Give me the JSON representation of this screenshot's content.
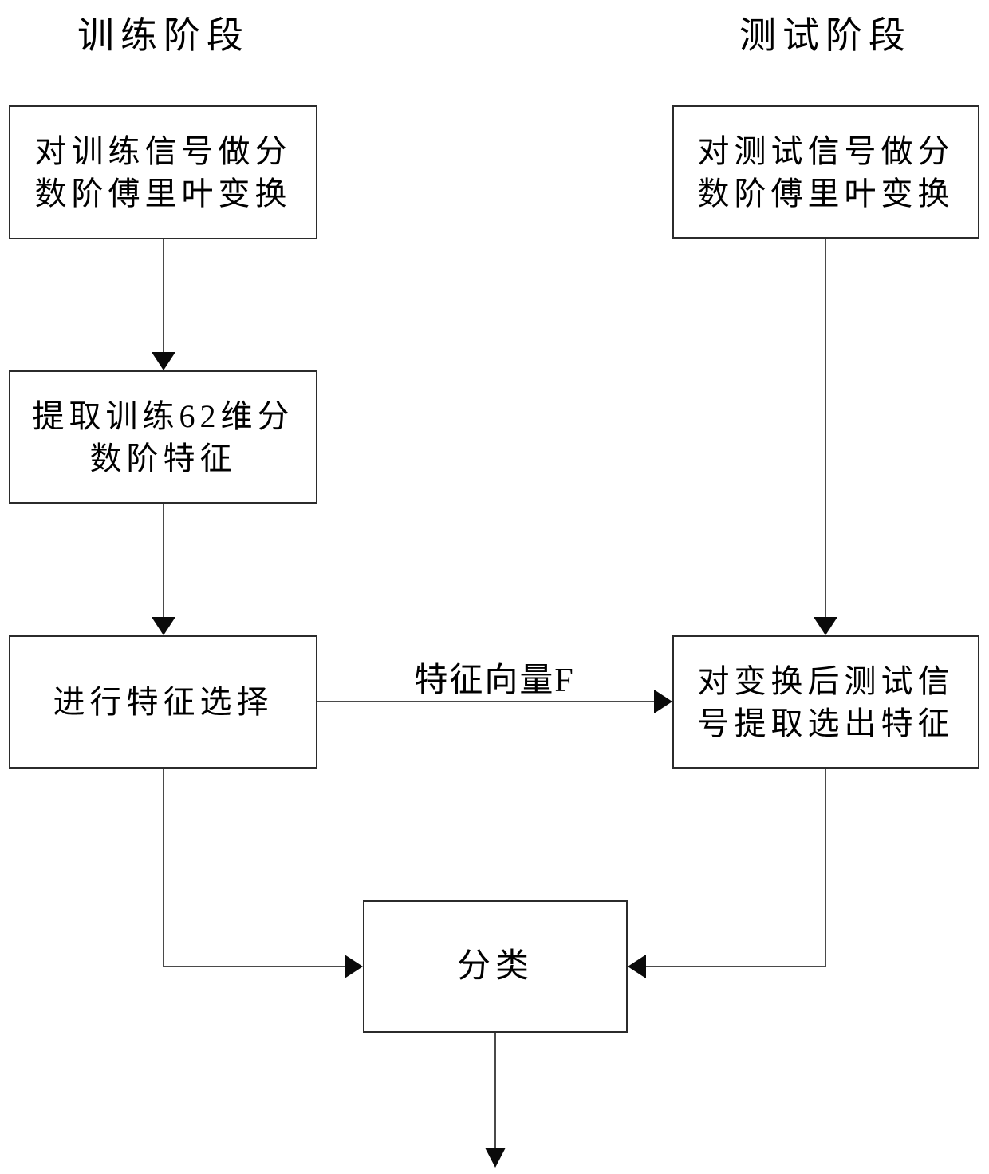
{
  "headers": {
    "training": "训练阶段",
    "testing": "测试阶段"
  },
  "nodes": {
    "train_frft": {
      "lines": [
        "对训练信号做分",
        "数阶傅里叶变换"
      ]
    },
    "train_extract": {
      "lines": [
        "提取训练62维分",
        "数阶特征"
      ]
    },
    "feature_select": {
      "lines": [
        "进行特征选择"
      ]
    },
    "test_frft": {
      "lines": [
        "对测试信号做分",
        "数阶傅里叶变换"
      ]
    },
    "test_extract": {
      "lines": [
        "对变换后测试信",
        "号提取选出特征"
      ]
    },
    "classify": {
      "lines": [
        "分类"
      ]
    }
  },
  "edge_labels": {
    "feature_vector": "特征向量F"
  },
  "colors": {
    "background": "#ffffff",
    "box_border": "#2b2b2b",
    "connector_line": "#4a4a4a",
    "arrowhead": "#0a0a0a",
    "text": "#000000"
  }
}
